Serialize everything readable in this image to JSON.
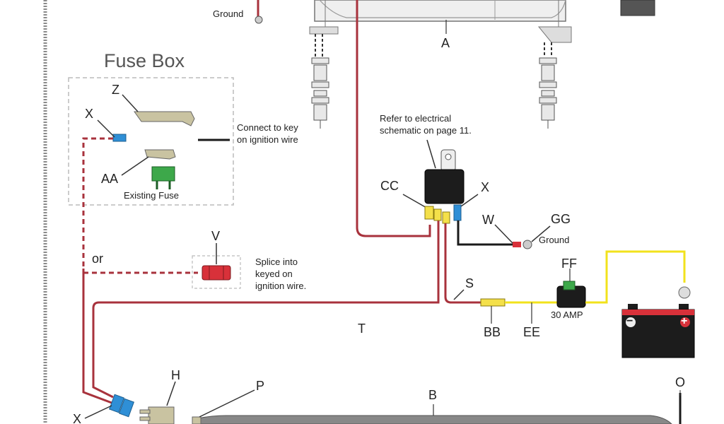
{
  "fuse_box": {
    "title": "Fuse Box",
    "existing_fuse": "Existing Fuse",
    "connect_note": "Connect to key on ignition wire"
  },
  "splice_note": "Splice into keyed on ignition wire.",
  "or_label": "or",
  "relay_note": "Refer to electrical schematic on page 11.",
  "ground_top": "Ground",
  "ground_right": "Ground",
  "fuse_rating": "30 AMP",
  "labels": {
    "A": "A",
    "Z": "Z",
    "X_fuse": "X",
    "AA": "AA",
    "V": "V",
    "CC": "CC",
    "X_relay": "X",
    "W": "W",
    "GG": "GG",
    "S": "S",
    "FF": "FF",
    "BB": "BB",
    "EE": "EE",
    "T": "T",
    "H": "H",
    "P": "P",
    "B": "B",
    "O": "O",
    "X_bottom": "X"
  },
  "battery": {
    "minus": "−",
    "plus": "+"
  },
  "colors": {
    "red_wire": "#a8323c",
    "yellow_wire": "#f2e21c",
    "black_wire": "#1a1a1a",
    "blue_connector": "#2f8fd6",
    "yellow_connector": "#f4e04a",
    "fuse_green": "#3da84a",
    "battery_red": "#d8313a",
    "battery_body": "#1c1c1c"
  }
}
